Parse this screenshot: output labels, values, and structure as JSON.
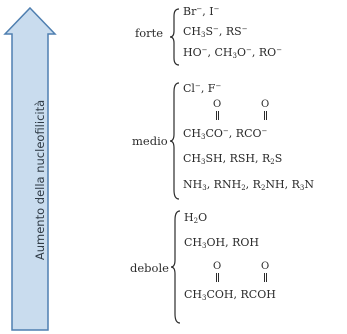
{
  "axis": {
    "label": "Aumento della nucleofilicità",
    "colors": {
      "arrow_fill": "#c9dcee",
      "arrow_stroke": "#4f7fb0",
      "text": "#2f3b46"
    }
  },
  "groups": [
    {
      "label": "forte",
      "items": [
        {
          "html": "Br<sup>−</sup>, I<sup>−</sup>"
        },
        {
          "html": "CH<sub>3</sub>S<sup>−</sup>, RS<sup>−</sup>"
        },
        {
          "html": "HO<sup>−</sup>, CH<sub>3</sub>O<sup>−</sup>, RO<sup>−</sup>"
        }
      ]
    },
    {
      "label": "medio",
      "items": [
        {
          "html": "Cl<sup>−</sup>, F<sup>−</sup>"
        },
        {
          "html": "CH<sub>3</sub>CO<sup>−</sup>, RCO<sup>−</sup>",
          "carbonyl_o": "O"
        },
        {
          "html": "CH<sub>3</sub>SH, RSH, R<sub>2</sub>S"
        },
        {
          "html": "NH<sub>3</sub>, RNH<sub>2</sub>, R<sub>2</sub>NH, R<sub>3</sub>N"
        }
      ]
    },
    {
      "label": "debole",
      "items": [
        {
          "html": "H<sub>2</sub>O"
        },
        {
          "html": "CH<sub>3</sub>OH, ROH"
        },
        {
          "html": "CH<sub>3</sub>COH, RCOH",
          "carbonyl_o": "O"
        }
      ]
    }
  ]
}
